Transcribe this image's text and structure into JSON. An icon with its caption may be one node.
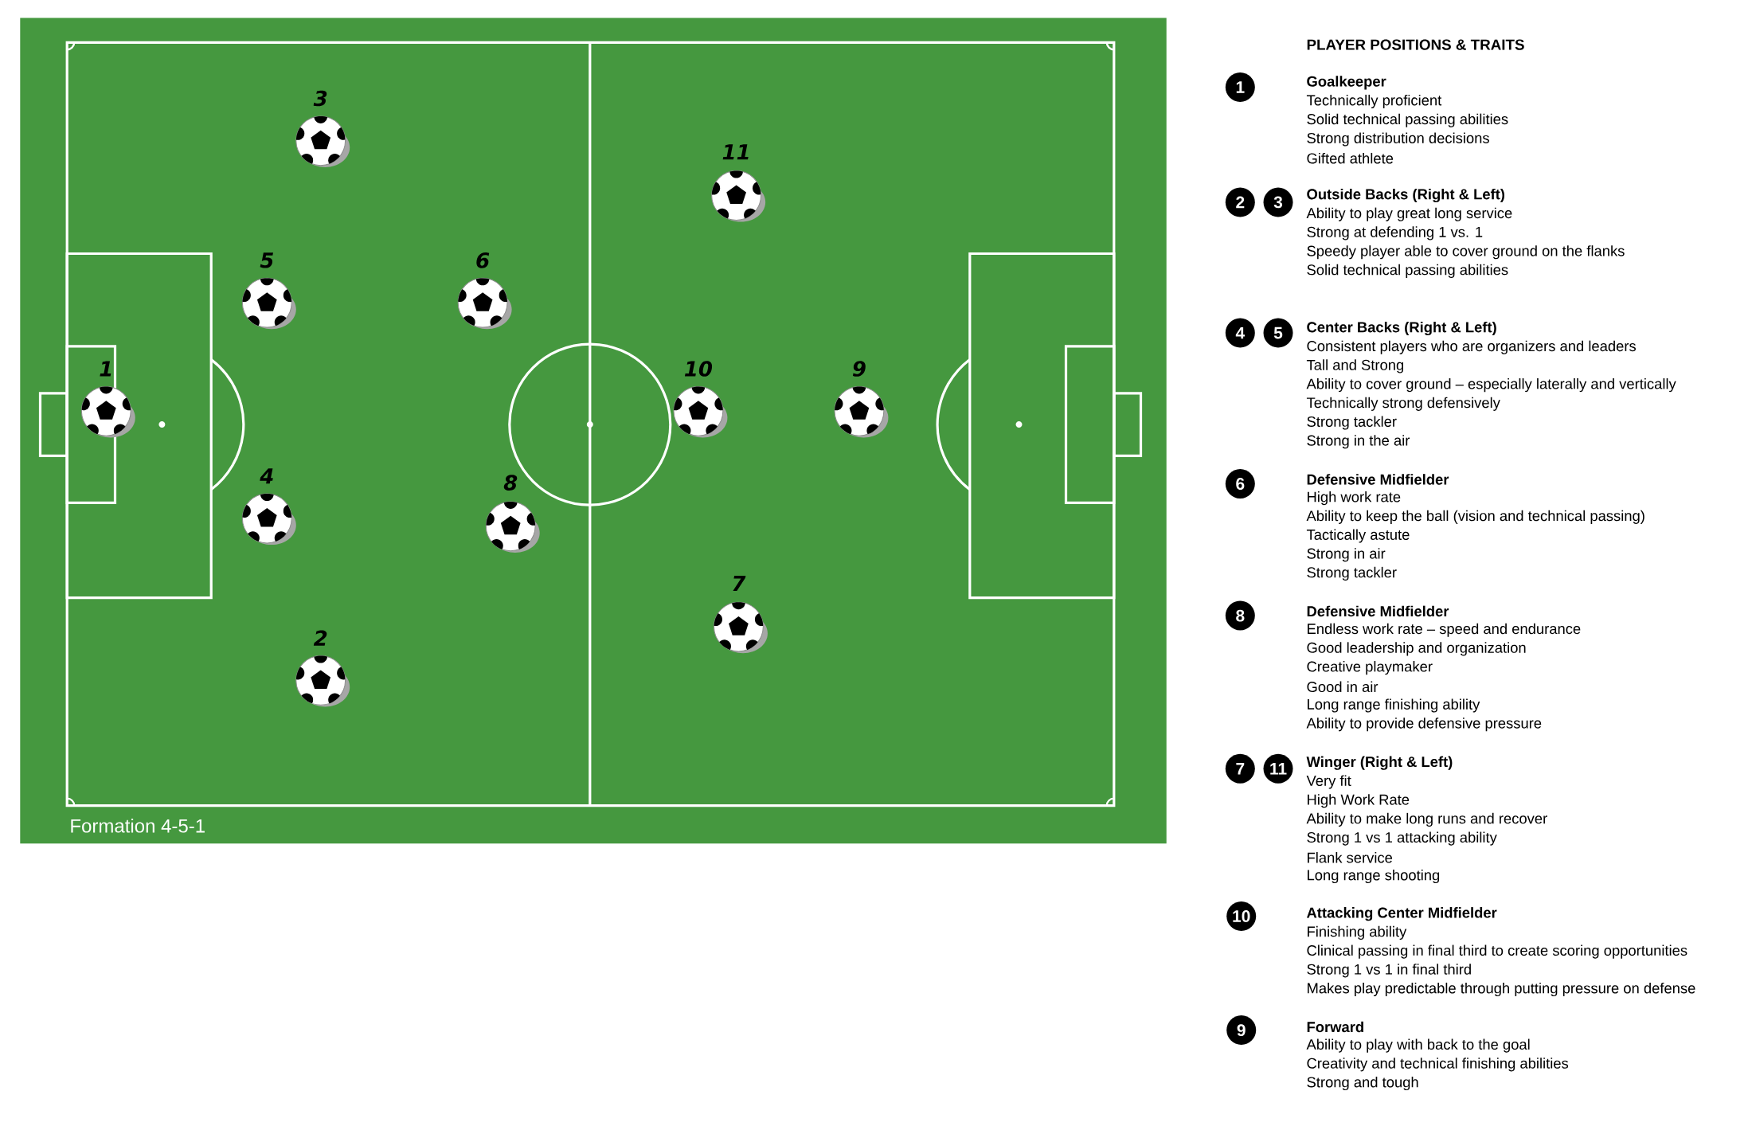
{
  "diagram": {
    "title": "PLAYER POSITIONS & TRAITS",
    "nodes": [
      {
        "text": [
          "Formation 4-5-1"
        ]
      },
      {
        "text": [
          "3"
        ],
        "in": 0
      },
      {
        "text": [
          "11"
        ],
        "in": 0
      },
      {
        "text": [
          "5"
        ],
        "in": 0
      },
      {
        "text": [
          "6"
        ],
        "in": 0
      },
      {
        "text": [
          "1"
        ],
        "in": 0
      },
      {
        "text": [
          "10"
        ],
        "in": 0
      },
      {
        "text": [
          "9"
        ],
        "in": 0
      },
      {
        "text": [
          "4"
        ],
        "in": 0
      },
      {
        "text": [
          "8"
        ],
        "in": 0
      },
      {
        "text": [
          "7"
        ],
        "in": 0
      },
      {
        "text": [
          "2"
        ],
        "in": 0
      },
      {
        "text": [
          "1"
        ]
      },
      {
        "text": [
          "2"
        ]
      },
      {
        "text": [
          "3"
        ]
      },
      {
        "text": [
          "4"
        ]
      },
      {
        "text": [
          "5"
        ]
      },
      {
        "text": [
          "6"
        ]
      },
      {
        "text": [
          "8"
        ]
      },
      {
        "text": [
          "7"
        ]
      },
      {
        "text": [
          "11"
        ]
      },
      {
        "text": [
          "10"
        ]
      },
      {
        "text": [
          "9"
        ]
      }
    ],
    "labels": [
      "Goalkeeper",
      "Technically proficient",
      "Solid technical passing abilities",
      "Strong distribution decisions",
      "Gifted athlete",
      "Outside Backs (Right & Left)",
      "Ability to play great long service",
      "Strong at defending 1 vs. 1",
      "Speedy player able to cover ground on the flanks",
      "Solid technical passing abilities",
      "Center Backs (Right & Left)",
      "Consistent players who are organizers and leaders",
      "Tall and Strong",
      "Ability to cover ground – especially laterally and vertically",
      "Technically strong defensively",
      "Strong tackler",
      "Strong in the air",
      "Defensive Midfielder",
      "High work rate",
      "Ability to keep the ball (vision and technical passing)",
      "Tactically astute",
      "Strong in air",
      "Strong tackler",
      "Defensive Midfielder",
      "Endless work rate – speed and endurance",
      "Good leadership and organization",
      "Creative playmaker",
      "Good in air",
      "Long range finishing ability",
      "Ability to provide defensive pressure",
      "Winger (Right & Left)",
      "Very fit",
      "High Work Rate",
      "Ability to make long runs and recover",
      "Strong 1 vs 1 attacking ability",
      "Flank service",
      "Long range shooting",
      "Attacking Center Midfielder",
      "Finishing ability",
      "Clinical passing in final third to create scoring opportunities",
      "Strong 1 vs 1 in final third",
      "Makes play predictable through putting pressure on defense",
      "Forward",
      "Ability to play with back to the goal",
      "Creativity and technical finishing abilities",
      "Strong and tough"
    ]
  }
}
